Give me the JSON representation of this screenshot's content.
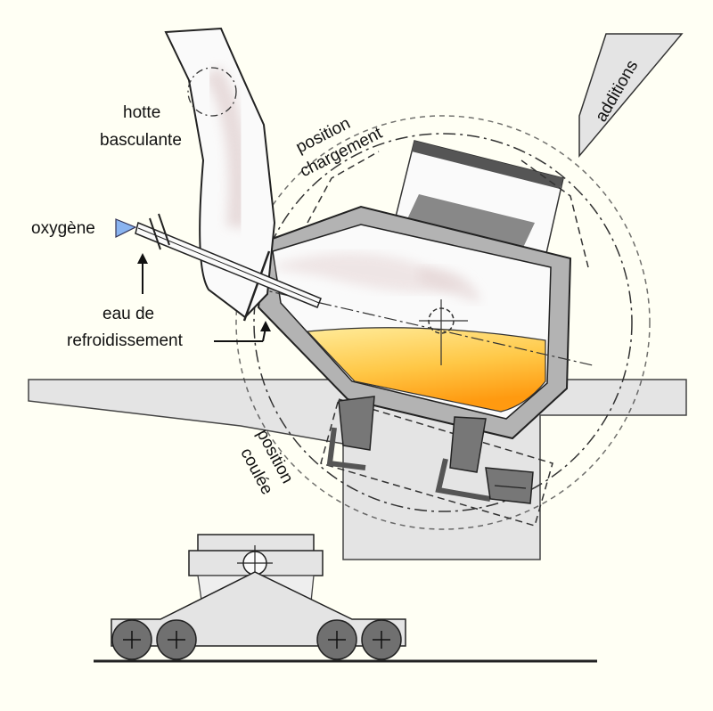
{
  "labels": {
    "hood": [
      "hotte",
      "basculante"
    ],
    "oxygen": "oxygène",
    "cooling": [
      "eau de",
      "refroidissement"
    ],
    "charging": [
      "position",
      "chargement"
    ],
    "pouring": [
      "position",
      "coulée"
    ],
    "additions": "additions"
  },
  "colors": {
    "background": "#fffff4",
    "refractory": "#b3b3b3",
    "steel_top": "#ffe27a",
    "steel_bottom": "#ffa21a",
    "oxygen_marker": "#8ab4f0",
    "wheels": "#707070",
    "outline": "#222222"
  }
}
